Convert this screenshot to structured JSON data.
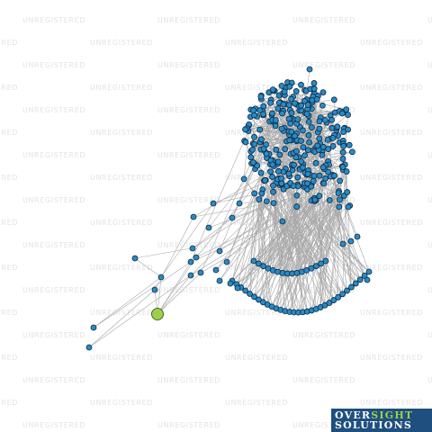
{
  "watermark": {
    "text": "UNREGISTERED"
  },
  "graph": {
    "colors": {
      "edge": "#a9a9a9",
      "node_fill": "#2a8ac4",
      "node_stroke": "#0b2a44",
      "focus_fill": "#9ad04a",
      "focus_stroke": "#2b4a10"
    }
  },
  "brand": {
    "line1_a": "OVER",
    "line1_b": "SIGHT",
    "line2": "SOLUTIONS"
  }
}
